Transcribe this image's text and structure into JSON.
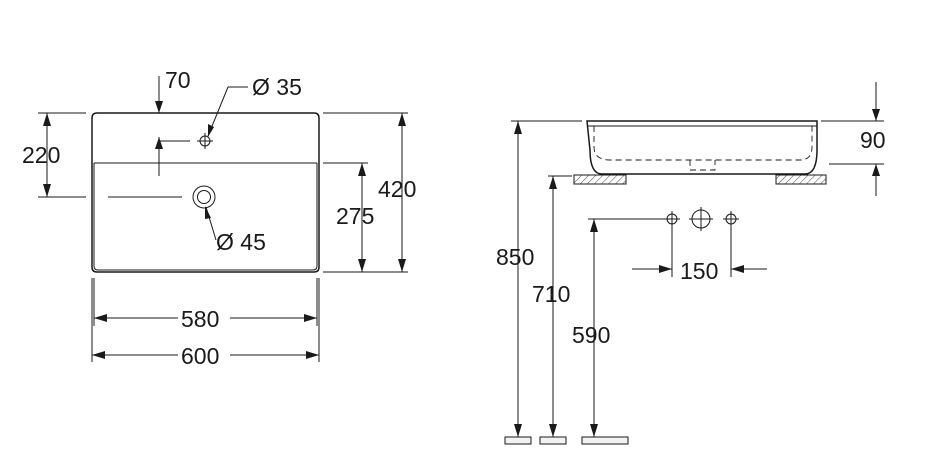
{
  "top_view": {
    "dim_tap_offset": "70",
    "dim_tap_hole": "Ø 35",
    "dim_depth_front": "220",
    "dim_width_inner": "580",
    "dim_width_outer": "600",
    "dim_depth_total": "420",
    "dim_bowl_depth": "275",
    "dim_drain": "Ø 45"
  },
  "side_view": {
    "dim_basin_height": "90",
    "dim_counter_height": "850",
    "dim_drain_height": "710",
    "dim_tap_height": "590",
    "dim_tap_spacing": "150"
  },
  "colors": {
    "line": "#1a1a1a",
    "background": "#ffffff",
    "ground_fill": "#f2f2f2"
  }
}
